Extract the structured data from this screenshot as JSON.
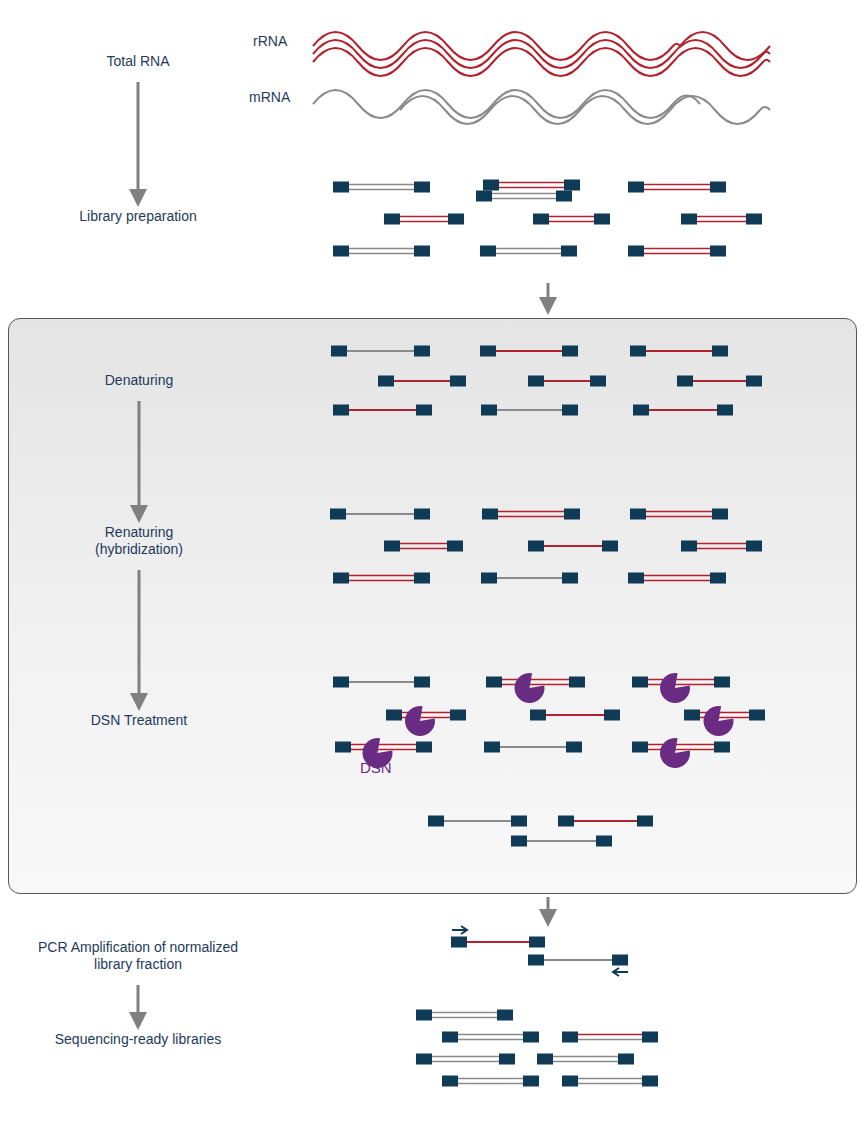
{
  "diagram": {
    "nodes": [
      {
        "text": [
          "Total RNA"
        ]
      },
      {
        "text": [
          "Library preparation"
        ]
      },
      {
        "text": []
      },
      {
        "text": [
          "Denaturing"
        ],
        "in": 2
      },
      {
        "text": [
          "Renaturing (hybridization)"
        ],
        "in": 2
      },
      {
        "text": [
          "DSN Treatment"
        ],
        "in": 2
      },
      {
        "text": [
          "PCR Amplification of normalized library fraction"
        ]
      },
      {
        "text": [
          "Sequencing-ready libraries"
        ]
      }
    ],
    "edges": [
      {
        "from": 0,
        "to": 1,
        "arrow": "to"
      },
      {
        "from": 3,
        "to": 4,
        "arrow": "to"
      },
      {
        "from": 4,
        "to": 5,
        "arrow": "to"
      },
      {
        "from": 6,
        "to": 7,
        "arrow": "to"
      }
    ],
    "labels": [
      "rRNA",
      "mRNA",
      "DSN"
    ]
  }
}
